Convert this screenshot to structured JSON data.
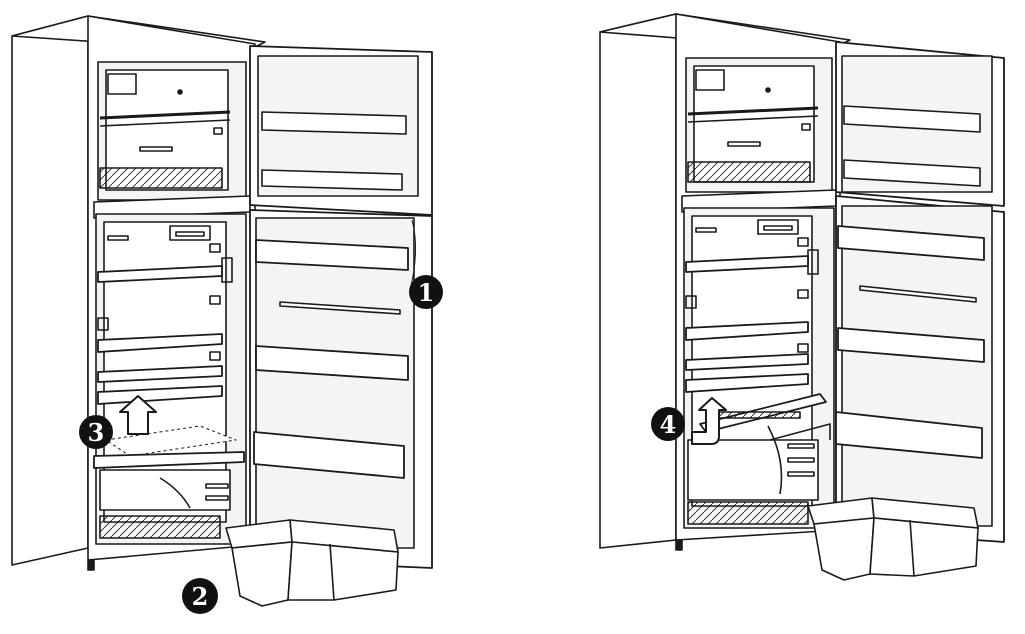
{
  "colors": {
    "stroke": "#1a1a1a",
    "fill_body": "#ffffff",
    "fill_inner": "#f4f4f4",
    "fill_wall": "#e8e8e8",
    "badge_bg": "#111111",
    "badge_text": "#ffffff",
    "arrow_fill": "#ffffff"
  },
  "figures": [
    {
      "id": "fridge-left",
      "callouts": [
        {
          "number": "1",
          "glyph": "❶"
        },
        {
          "number": "2",
          "glyph": "❷"
        },
        {
          "number": "3",
          "glyph": "❸"
        }
      ]
    },
    {
      "id": "fridge-right",
      "callouts": [
        {
          "number": "4",
          "glyph": "❹"
        }
      ]
    }
  ]
}
